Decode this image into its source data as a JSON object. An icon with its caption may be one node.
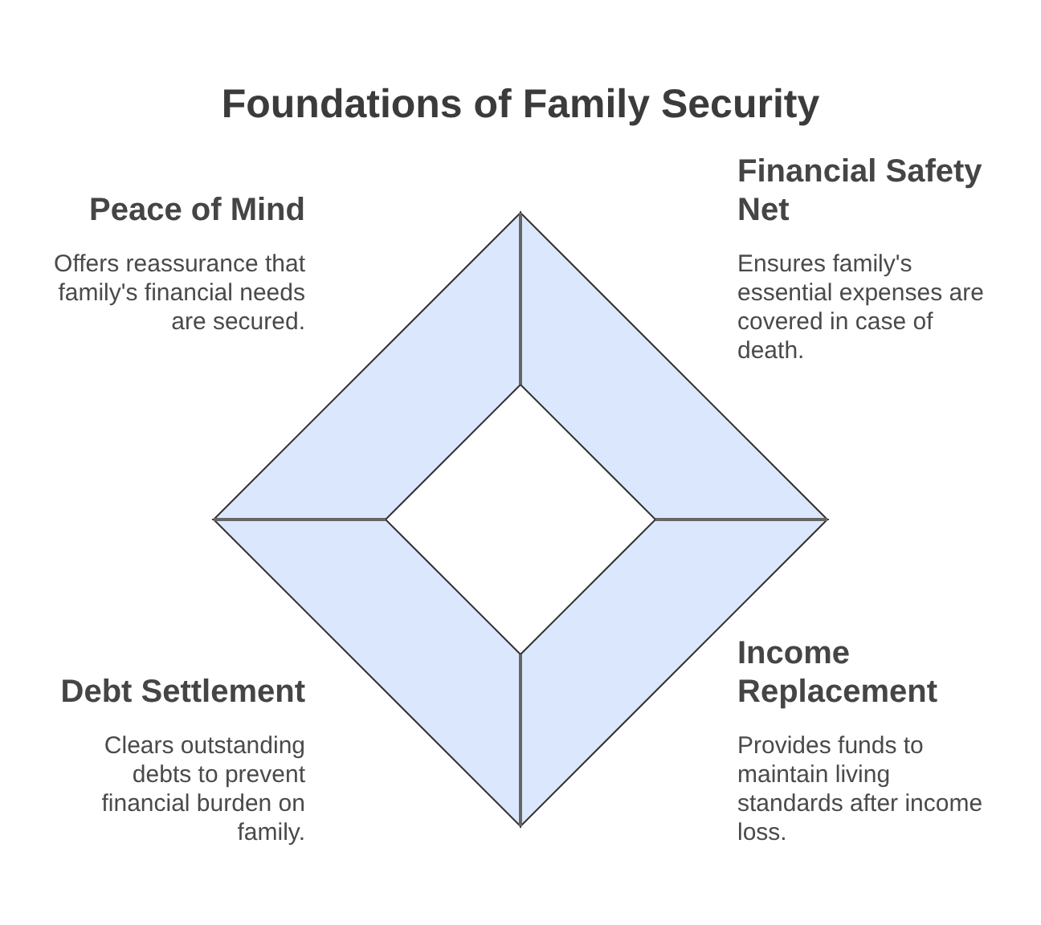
{
  "diagram": {
    "title": "Foundations of Family Security",
    "nodes": [
      {
        "text": [],
        "shape": "trapezoid",
        "beside": [
          "Peace of Mind",
          "Offers reassurance that family's financial needs are secured."
        ]
      },
      {
        "text": [],
        "shape": "trapezoid",
        "beside": [
          "Financial Safety Net",
          "Ensures family's essential expenses are covered in case of death."
        ]
      },
      {
        "text": [],
        "shape": "trapezoid",
        "beside": [
          "Debt Settlement",
          "Clears outstanding debts to prevent financial burden on family."
        ]
      },
      {
        "text": [],
        "shape": "trapezoid",
        "beside": [
          "Income Replacement",
          "Provides funds to maintain living standards after income loss."
        ]
      }
    ]
  }
}
